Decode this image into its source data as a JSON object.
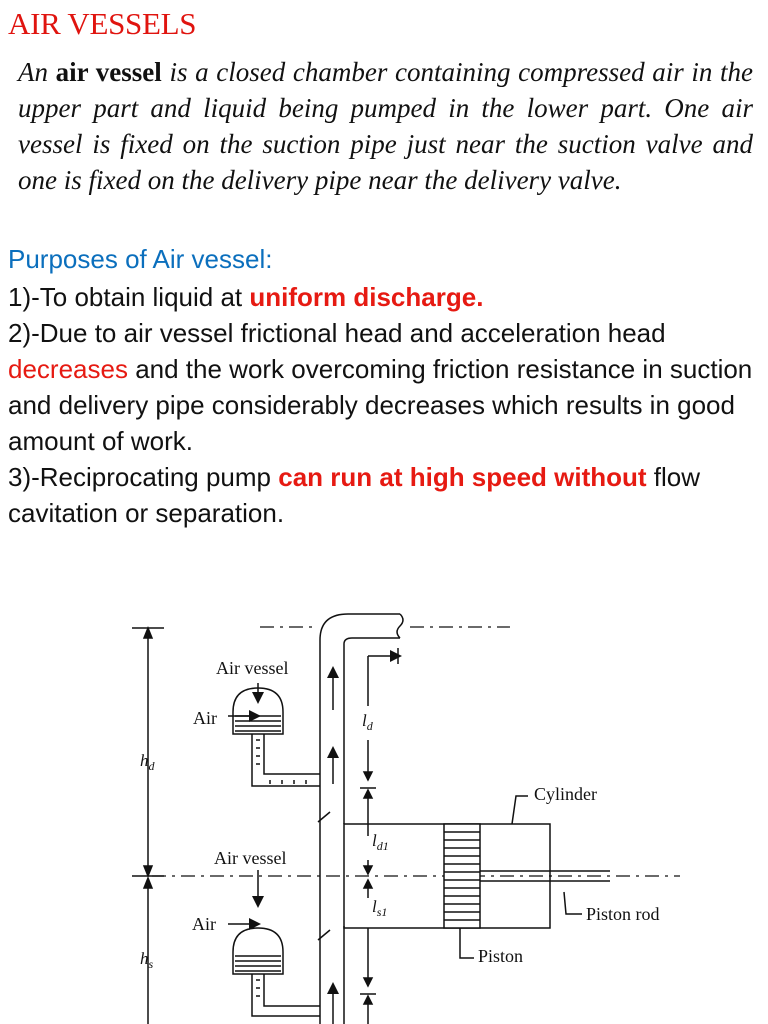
{
  "heading": "AIR VESSELS",
  "intro": {
    "lead": "An",
    "term": "air vessel",
    "rest": "is a closed chamber containing compressed air in the upper part and liquid being pumped in the lower part. One air vessel is fixed on the suction pipe just near the suction valve and one is fixed on the delivery pipe near the delivery valve."
  },
  "purposes_heading": "Purposes of Air vessel:",
  "points": {
    "p1_a": "1)-To obtain liquid at ",
    "p1_b": "uniform discharge.",
    "p2_a": "2)-Due to air vessel frictional head and acceleration head ",
    "p2_b": "decreases",
    "p2_c": " and the work overcoming friction resistance in suction and delivery pipe considerably decreases which results in good amount of work.",
    "p3_a": "3)-Reciprocating pump ",
    "p3_b": "can run at high speed without",
    "p3_c": " flow cavitation or separation."
  },
  "diagram": {
    "air_vessel_top": "Air vessel",
    "air_top": "Air",
    "air_vessel_bottom": "Air vessel",
    "air_bottom": "Air",
    "cylinder": "Cylinder",
    "piston_rod": "Piston rod",
    "piston": "Piston",
    "h_d": "h",
    "h_d_sub": "d",
    "h_s": "h",
    "h_s_sub": "s",
    "l_d": "l",
    "l_d_sub": "d",
    "l_d1": "l",
    "l_d1_sub": "d1",
    "l_s1": "l",
    "l_s1_sub": "s1"
  }
}
